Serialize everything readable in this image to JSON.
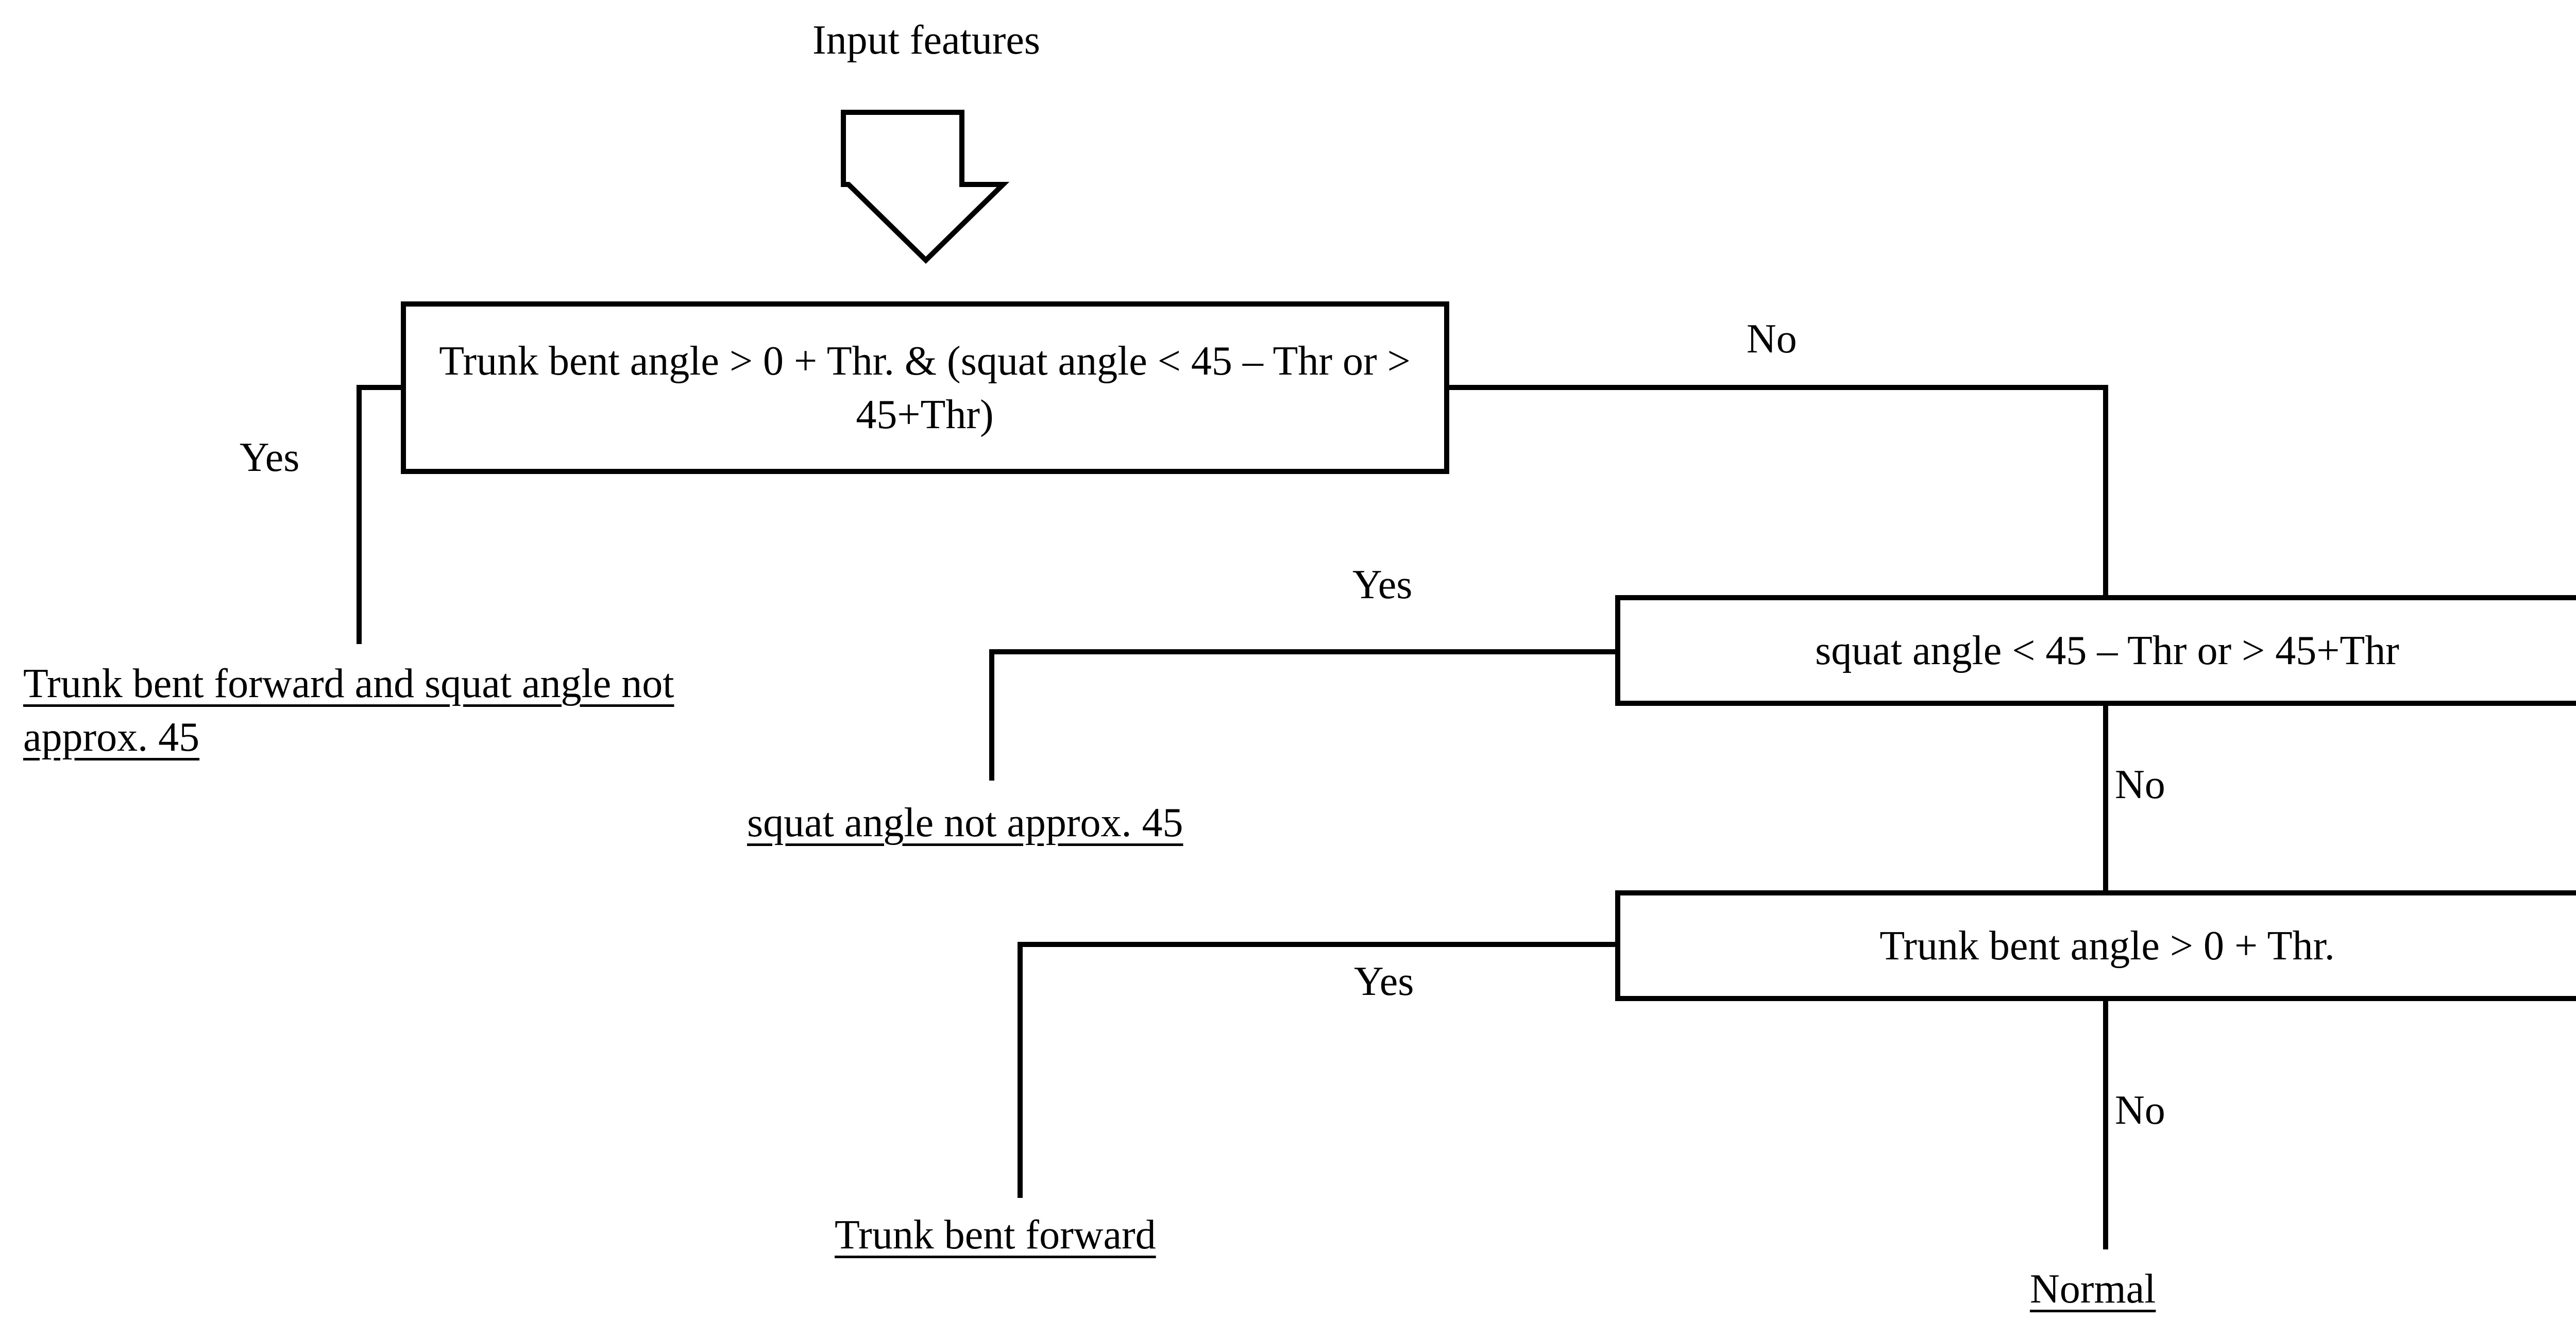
{
  "input_label": "Input features",
  "nodes": {
    "node1": {
      "text": "Trunk bent angle > 0 + Thr. & (squat angle < 45 – Thr or > 45+Thr)"
    },
    "node2": {
      "text": "squat angle < 45 – Thr or > 45+Thr"
    },
    "node3": {
      "text": "Trunk bent angle > 0 + Thr."
    }
  },
  "edge_labels": {
    "node1_yes": "Yes",
    "node1_no": "No",
    "node2_yes": "Yes",
    "node2_no": "No",
    "node3_yes": "Yes",
    "node3_no": "No"
  },
  "outcomes": {
    "outcome1": "Trunk bent forward and squat angle not approx. 45",
    "outcome2": "squat angle not approx. 45",
    "outcome3": "Trunk bent forward",
    "outcome4": "Normal"
  }
}
